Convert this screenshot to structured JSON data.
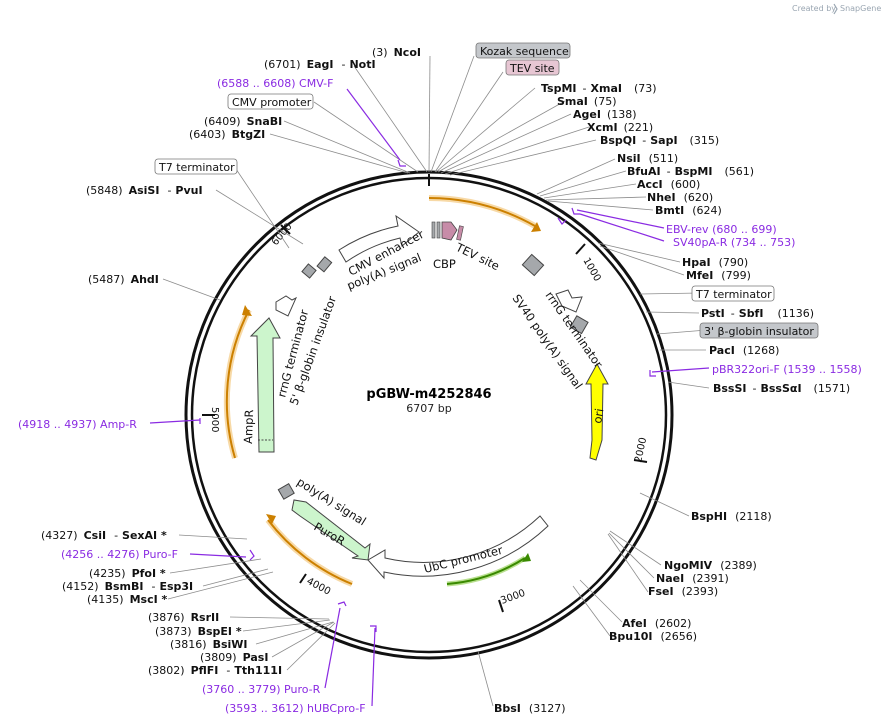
{
  "credit": {
    "prefix": "Created by",
    "brand": "SnapGene"
  },
  "map": {
    "name": "pGBW-m4252846",
    "size": "6707 bp",
    "tick_labels": [
      "1000",
      "2000",
      "3000",
      "4000",
      "5000",
      "6000"
    ]
  },
  "sites_right": [
    {
      "pos": "(3)",
      "name": "NcoI"
    },
    {
      "name": "TspMI",
      "sep": "-",
      "name2": "XmaI",
      "pos": "(73)"
    },
    {
      "name": "SmaI",
      "pos": "(75)"
    },
    {
      "name": "AgeI",
      "pos": "(138)"
    },
    {
      "name": "XcmI",
      "pos": "(221)"
    },
    {
      "name": "BspQI",
      "sep": "-",
      "name2": "SapI",
      "pos": "(315)"
    },
    {
      "name": "NsiI",
      "pos": "(511)"
    },
    {
      "name": "BfuAI",
      "sep": "-",
      "name2": "BspMI",
      "pos": "(561)"
    },
    {
      "name": "AccI",
      "pos": "(600)"
    },
    {
      "name": "NheI",
      "pos": "(620)"
    },
    {
      "name": "BmtI",
      "pos": "(624)"
    },
    {
      "name": "HpaI",
      "pos": "(790)"
    },
    {
      "name": "MfeI",
      "pos": "(799)"
    },
    {
      "name": "PstI",
      "sep": "-",
      "name2": "SbfI",
      "pos": "(1136)"
    },
    {
      "name": "PacI",
      "pos": "(1268)"
    },
    {
      "name": "BssSI",
      "sep": "-",
      "name2": "BssSαI",
      "pos": "(1571)"
    },
    {
      "name": "BspHI",
      "pos": "(2118)"
    },
    {
      "name": "NgoMIV",
      "pos": "(2389)"
    },
    {
      "name": "NaeI",
      "pos": "(2391)"
    },
    {
      "name": "FseI",
      "pos": "(2393)"
    },
    {
      "name": "AfeI",
      "pos": "(2602)"
    },
    {
      "name": "Bpu10I",
      "pos": "(2656)"
    },
    {
      "name": "BbsI",
      "pos": "(3127)"
    }
  ],
  "sites_left": [
    {
      "pos": "(6701)",
      "name": "EagI",
      "sep": "-",
      "name2": "NotI"
    },
    {
      "pos": "(6409)",
      "name": "SnaBI"
    },
    {
      "pos": "(6403)",
      "name": "BtgZI"
    },
    {
      "pos": "(5848)",
      "name": "AsiSI",
      "sep": "-",
      "name2": "PvuI"
    },
    {
      "pos": "(5487)",
      "name": "AhdI"
    },
    {
      "pos": "(4327)",
      "name": "CsiI",
      "sep": "-",
      "name2": "SexAI *"
    },
    {
      "pos": "(4235)",
      "name": "PfoI *"
    },
    {
      "pos": "(4152)",
      "name": "BsmBI",
      "sep": "-",
      "name2": "Esp3I"
    },
    {
      "pos": "(4135)",
      "name": "MscI *"
    },
    {
      "pos": "(3876)",
      "name": "RsrII"
    },
    {
      "pos": "(3873)",
      "name": "BspEI *"
    },
    {
      "pos": "(3816)",
      "name": "BsiWI"
    },
    {
      "pos": "(3809)",
      "name": "PasI"
    },
    {
      "pos": "(3802)",
      "name": "PflFI",
      "sep": "-",
      "name2": "Tth111I"
    }
  ],
  "primers": [
    {
      "text": "(6588 .. 6608)  CMV-F"
    },
    {
      "text": "EBV-rev   (680 .. 699)"
    },
    {
      "text": "SV40pA-R   (734 .. 753)"
    },
    {
      "text": "pBR322ori-F   (1539 .. 1558)"
    },
    {
      "text": "(4918 .. 4937)  Amp-R"
    },
    {
      "text": "(4256 .. 4276)  Puro-F"
    },
    {
      "text": "(3760 .. 3779)  Puro-R"
    },
    {
      "text": "(3593 .. 3612)  hUBCpro-F"
    }
  ],
  "boxed_labels": [
    {
      "text": "Kozak sequence",
      "fill": "#c4c7cb"
    },
    {
      "text": "TEV site",
      "fill": "#e7c6d3"
    },
    {
      "text": "CMV promoter",
      "fill": "#ffffff"
    },
    {
      "text": "T7 terminator",
      "fill": "#ffffff"
    },
    {
      "text": "T7 terminator",
      "fill": "#ffffff"
    },
    {
      "text": "3' β-globin insulator",
      "fill": "#c4c7cb"
    }
  ],
  "features": {
    "cmv_enhancer": "CMV enhancer",
    "polya_signal_top": "poly(A) signal",
    "cbp": "CBP",
    "tev_site": "TEV site",
    "sv40_polya": "SV40 poly(A) signal",
    "rrng_right": "rrnG terminator",
    "ori": "ori",
    "rrng_left": "rrnG terminator",
    "beta_globin_left": "5' β-globin insulator",
    "ampr": "AmpR",
    "polya_left": "poly(A) signal",
    "puror": "PuroR",
    "ubc_promoter": "UbC promoter"
  },
  "colors": {
    "ori": "#ffff00",
    "ampr": "#ccf5cc",
    "puror": "#ccf5cc",
    "orf_arrow": "#cc8000",
    "ubc_arrow": "#3a8a00",
    "primer": "#8a2be2",
    "grey_feature": "#a5a8ab",
    "tev_feature": "#c78ca8"
  }
}
